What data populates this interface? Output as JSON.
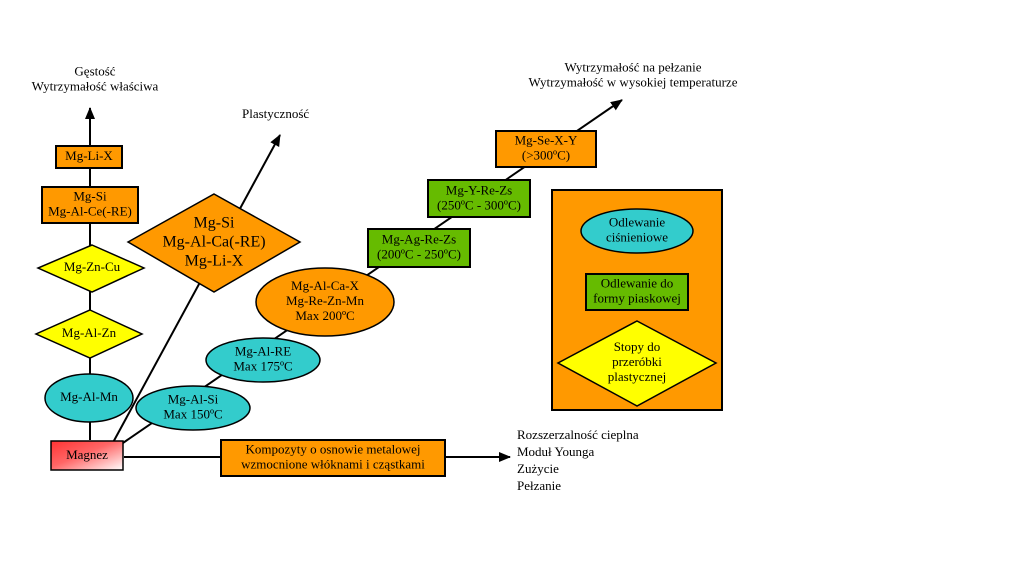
{
  "colors": {
    "orange": "#FF9900",
    "yellow": "#FFFF00",
    "teal": "#33CCCC",
    "green": "#66BB00",
    "red_start": "#FF3333",
    "red_end": "#FFFFFF",
    "stroke": "#000000"
  },
  "axes": {
    "vertical": [
      "Gęstość",
      "Wytrzymałość właściwa"
    ],
    "diagonal_left": [
      "Plastyczność"
    ],
    "diagonal_right": [
      "Wytrzymałość na pełzanie",
      "Wytrzymałość w wysokiej temperaturze"
    ],
    "horizontal": [
      "Rozszerzalność cieplna",
      "Moduł Younga",
      "Zużycie",
      "Pełzanie"
    ]
  },
  "origin": [
    "Magnez"
  ],
  "vertical_nodes": {
    "mg_li_x": [
      "Mg-Li-X"
    ],
    "mg_si": [
      "Mg-Si",
      "Mg-Al-Ce(-RE)"
    ],
    "mg_zn_cu": [
      "Mg-Zn-Cu"
    ],
    "mg_al_zn": [
      "Mg-Al-Zn"
    ],
    "mg_al_mn": [
      "Mg-Al-Mn"
    ]
  },
  "plasticity_node": [
    "Mg-Si",
    "Mg-Al-Ca(-RE)",
    "Mg-Li-X"
  ],
  "creep_nodes": {
    "mg_al_si": [
      "Mg-Al-Si",
      "Max 150ºC"
    ],
    "mg_al_re": [
      "Mg-Al-RE",
      "Max 175ºC"
    ],
    "mg_al_ca_x": [
      "Mg-Al-Ca-X",
      "Mg-Re-Zn-Mn",
      "Max 200ºC"
    ],
    "mg_ag_re_zs": [
      "Mg-Ag-Re-Zs",
      "(200ºC - 250ºC)"
    ],
    "mg_y_re_zs": [
      "Mg-Y-Re-Zs",
      "(250ºC - 300ºC)"
    ],
    "mg_se_x_y": [
      "Mg-Se-X-Y",
      "(>300ºC)"
    ]
  },
  "composite_node": [
    "Kompozyty o osnowie metalowej",
    "wzmocnione włóknami i cząstkami"
  ],
  "legend": {
    "pressure_casting": [
      "Odlewanie",
      "ciśnieniowe"
    ],
    "sand_casting": [
      "Odlewanie do",
      "formy piaskowej"
    ],
    "wrought": [
      "Stopy do",
      "przeróbki",
      "plastycznej"
    ]
  }
}
